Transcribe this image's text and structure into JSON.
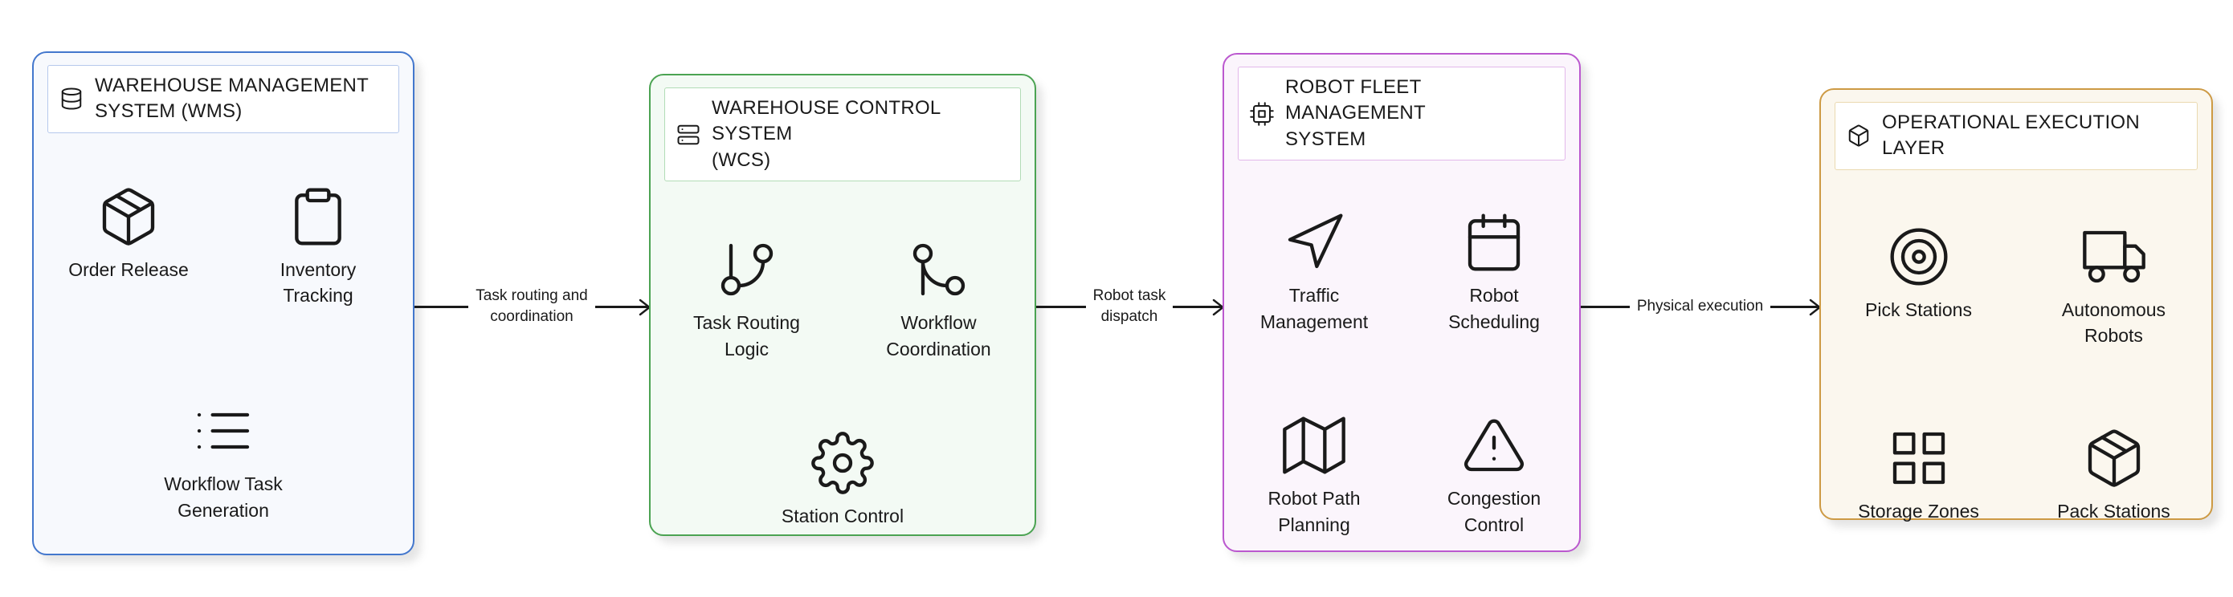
{
  "diagram": {
    "background": "#ffffff",
    "line_color": "#1a1a1a",
    "systems": [
      {
        "title": "WAREHOUSE MANAGEMENT\nSYSTEM (WMS)",
        "header_icon": "database-icon",
        "colors": {
          "border": "#4377cd",
          "fill": "#f7f9fd",
          "header_border": "#b6c9ec"
        },
        "items": [
          {
            "icon": "package-icon",
            "label": "Order Release"
          },
          {
            "icon": "clipboard-icon",
            "label": "Inventory\nTracking"
          },
          {
            "icon": "list-icon",
            "label": "Workflow Task\nGeneration"
          }
        ]
      },
      {
        "title": "WAREHOUSE CONTROL SYSTEM\n(WCS)",
        "header_icon": "server-icon",
        "colors": {
          "border": "#4ba352",
          "fill": "#f3faf4",
          "header_border": "#b2dcb6"
        },
        "items": [
          {
            "icon": "git-branch-icon",
            "label": "Task Routing\nLogic"
          },
          {
            "icon": "git-merge-icon",
            "label": "Workflow\nCoordination"
          },
          {
            "icon": "gear-icon",
            "label": "Station Control"
          }
        ]
      },
      {
        "title": "ROBOT FLEET MANAGEMENT\nSYSTEM",
        "header_icon": "cpu-icon",
        "colors": {
          "border": "#bb58cf",
          "fill": "#fbf5fc",
          "header_border": "#e2b7ea"
        },
        "items": [
          {
            "icon": "navigation-icon",
            "label": "Traffic\nManagement"
          },
          {
            "icon": "calendar-icon",
            "label": "Robot\nScheduling"
          },
          {
            "icon": "map-icon",
            "label": "Robot Path\nPlanning"
          },
          {
            "icon": "alert-triangle-icon",
            "label": "Congestion\nControl"
          }
        ]
      },
      {
        "title": "OPERATIONAL EXECUTION LAYER",
        "header_icon": "box-icon",
        "colors": {
          "border": "#cd9a44",
          "fill": "#fbf7ee",
          "header_border": "#ead9b0"
        },
        "items": [
          {
            "icon": "target-icon",
            "label": "Pick Stations"
          },
          {
            "icon": "truck-icon",
            "label": "Autonomous\nRobots"
          },
          {
            "icon": "grid-icon",
            "label": "Storage Zones"
          },
          {
            "icon": "package-icon",
            "label": "Pack Stations"
          }
        ]
      }
    ],
    "arrows": [
      {
        "label": "Task routing and\ncoordination"
      },
      {
        "label": "Robot task\ndispatch"
      },
      {
        "label": "Physical execution"
      }
    ]
  }
}
